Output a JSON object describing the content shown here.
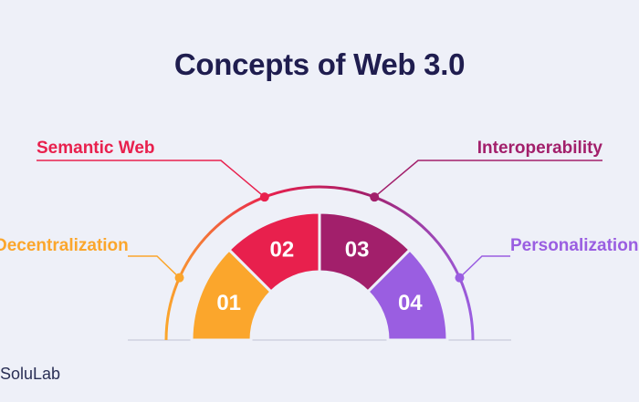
{
  "title": "Concepts of Web 3.0",
  "segments": [
    {
      "number": "01",
      "label": "Decentralization",
      "color": "#fba62c"
    },
    {
      "number": "02",
      "label": "Semantic Web",
      "color": "#e8204d"
    },
    {
      "number": "03",
      "label": "Interoperability",
      "color": "#a21f6b"
    },
    {
      "number": "04",
      "label": "Personalization",
      "color": "#9a5ee1"
    }
  ],
  "brand": "SoluLab"
}
